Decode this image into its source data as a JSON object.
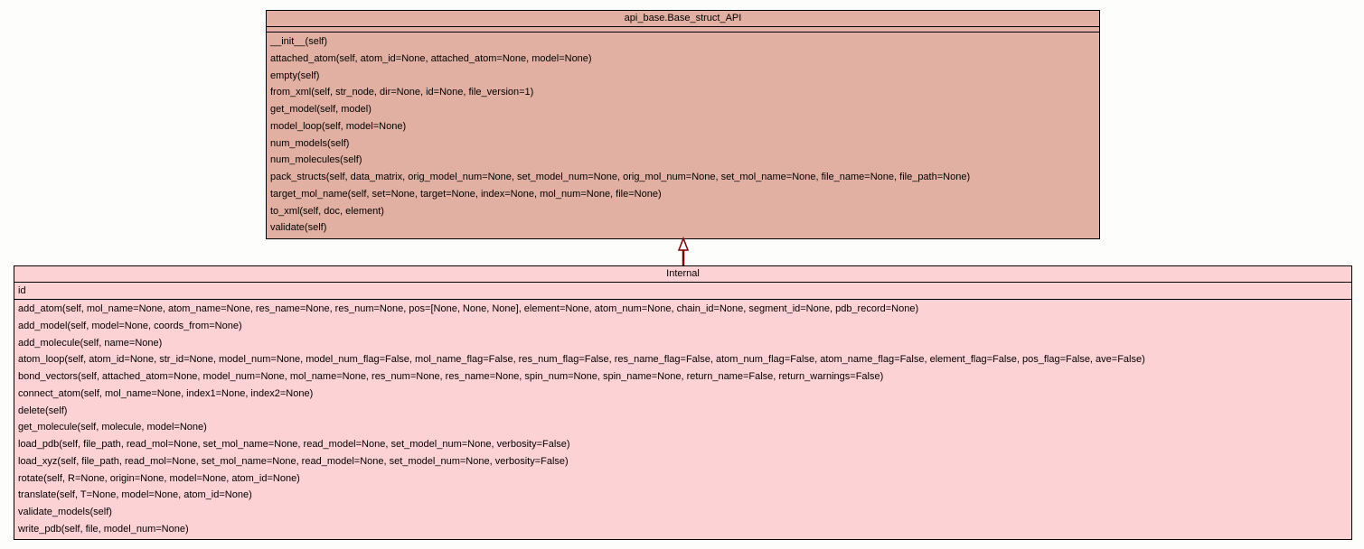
{
  "base_class": {
    "name": "api_base.Base_struct_API",
    "attributes": [],
    "methods": [
      "__init__(self)",
      "attached_atom(self, atom_id=None, attached_atom=None, model=None)",
      "empty(self)",
      "from_xml(self, str_node, dir=None, id=None, file_version=1)",
      "get_model(self, model)",
      "model_loop(self, model=None)",
      "num_models(self)",
      "num_molecules(self)",
      "pack_structs(self, data_matrix, orig_model_num=None, set_model_num=None, orig_mol_num=None, set_mol_name=None, file_name=None, file_path=None)",
      "target_mol_name(self, set=None, target=None, index=None, mol_num=None, file=None)",
      "to_xml(self, doc, element)",
      "validate(self)"
    ]
  },
  "derived_class": {
    "name": "Internal",
    "attributes": [
      "id"
    ],
    "methods": [
      "add_atom(self, mol_name=None, atom_name=None, res_name=None, res_num=None, pos=[None, None, None], element=None, atom_num=None, chain_id=None, segment_id=None, pdb_record=None)",
      "add_model(self, model=None, coords_from=None)",
      "add_molecule(self, name=None)",
      "atom_loop(self, atom_id=None, str_id=None, model_num=None, model_num_flag=False, mol_name_flag=False, res_num_flag=False, res_name_flag=False, atom_num_flag=False, atom_name_flag=False, element_flag=False, pos_flag=False, ave=False)",
      "bond_vectors(self, attached_atom=None, model_num=None, mol_name=None, res_num=None, res_name=None, spin_num=None, spin_name=None, return_name=False, return_warnings=False)",
      "connect_atom(self, mol_name=None, index1=None, index2=None)",
      "delete(self)",
      "get_molecule(self, molecule, model=None)",
      "load_pdb(self, file_path, read_mol=None, set_mol_name=None, read_model=None, set_model_num=None, verbosity=False)",
      "load_xyz(self, file_path, read_mol=None, set_mol_name=None, read_model=None, set_model_num=None, verbosity=False)",
      "rotate(self, R=None, origin=None, model=None, atom_id=None)",
      "translate(self, T=None, model=None, atom_id=None)",
      "validate_models(self)",
      "write_pdb(self, file, model_num=None)"
    ]
  },
  "colors": {
    "base": "#e2b0a3",
    "derived": "#fdd2d5",
    "arrow": "#800000"
  }
}
